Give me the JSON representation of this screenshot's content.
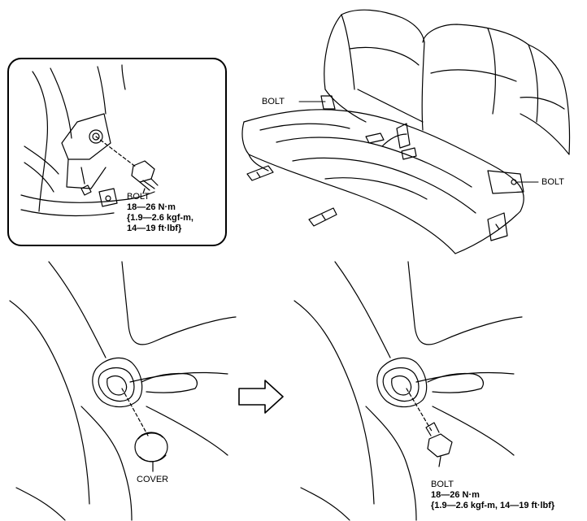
{
  "inset_callout": {
    "bolt_label": "BOLT",
    "torque_line1": "18—26 N·m",
    "torque_line2": "{1.9—2.6 kgf-m,",
    "torque_line3": "14—19 ft·lbf}"
  },
  "seat_view": {
    "bolt_label_left": "BOLT",
    "bolt_label_right": "BOLT"
  },
  "cover_view": {
    "cover_label": "COVER"
  },
  "bolt_view": {
    "bolt_label": "BOLT",
    "torque_line1": "18—26 N·m",
    "torque_line2": "{1.9—2.6 kgf-m, 14—19 ft·lbf}"
  }
}
